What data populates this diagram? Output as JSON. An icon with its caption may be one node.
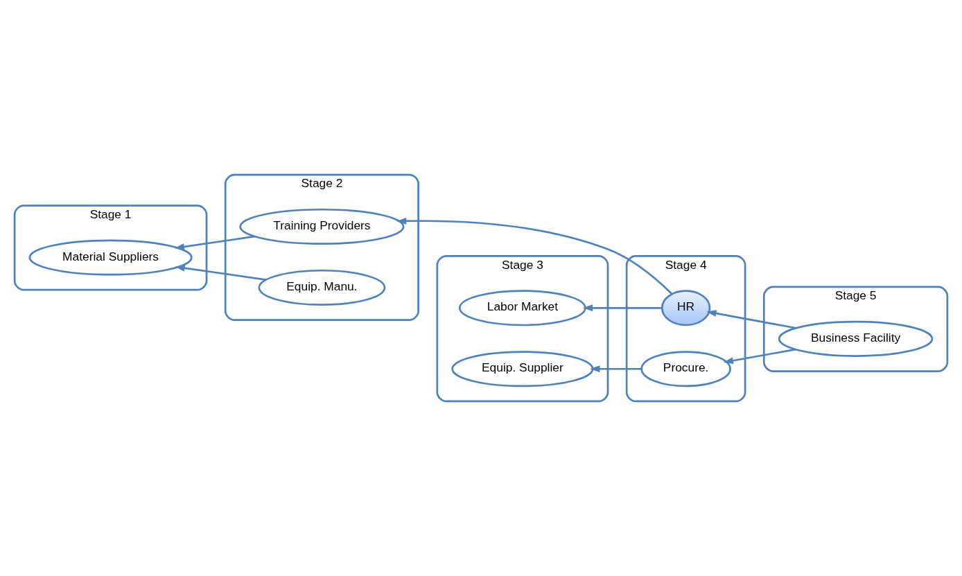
{
  "diagram": {
    "nodes": [
      {
        "text": [
          "Stage 1"
        ]
      },
      {
        "text": [
          "Material Suppliers"
        ],
        "in": 0
      },
      {
        "text": [
          "Stage 2"
        ]
      },
      {
        "text": [
          "Training Providers"
        ],
        "in": 2
      },
      {
        "text": [
          "Equip. Manu."
        ],
        "in": 2
      },
      {
        "text": [
          "Stage 3"
        ]
      },
      {
        "text": [
          "Labor Market"
        ],
        "in": 5
      },
      {
        "text": [
          "Equip. Supplier"
        ],
        "in": 5
      },
      {
        "text": [
          "Stage 4"
        ]
      },
      {
        "text": [
          "HR"
        ],
        "in": 8
      },
      {
        "text": [
          "Procure."
        ],
        "in": 8
      },
      {
        "text": [
          "Stage 5"
        ]
      },
      {
        "text": [
          "Business Facility"
        ],
        "in": 11
      }
    ],
    "edges": [
      {
        "from": 9,
        "to": 3,
        "arrow": "to"
      },
      {
        "from": 9,
        "to": 6,
        "arrow": "to"
      },
      {
        "from": 12,
        "to": 9,
        "arrow": "to"
      },
      {
        "from": 12,
        "to": 10,
        "arrow": "to"
      },
      {
        "from": 10,
        "to": 7,
        "arrow": "to"
      },
      {
        "from": 3,
        "to": 1,
        "arrow": "to"
      },
      {
        "from": 4,
        "to": 1,
        "arrow": "to"
      }
    ]
  }
}
